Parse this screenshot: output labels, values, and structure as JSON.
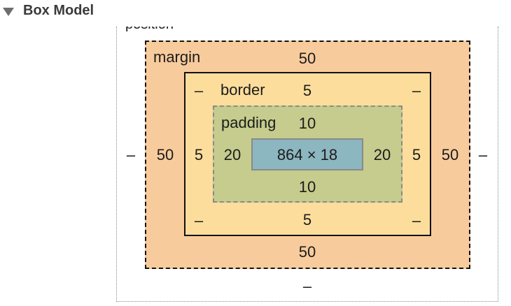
{
  "header": {
    "title": "Box Model",
    "toggle_icon": "disclosure-triangle-down-icon"
  },
  "box_model": {
    "position": {
      "label": "position",
      "left": "–",
      "right": "–",
      "bottom": "–"
    },
    "margin": {
      "label": "margin",
      "top": "50",
      "right": "50",
      "bottom": "50",
      "left": "50"
    },
    "border": {
      "label": "border",
      "top": "5",
      "right": "5",
      "bottom": "5",
      "left": "5",
      "corner_top_left": "–",
      "corner_top_right": "–",
      "corner_bottom_left": "–",
      "corner_bottom_right": "–"
    },
    "padding": {
      "label": "padding",
      "top": "10",
      "right": "20",
      "bottom": "10",
      "left": "20"
    },
    "content": {
      "size": "864 × 18"
    }
  },
  "colors": {
    "margin": "#f8cb9c",
    "border": "#fddd9b",
    "padding": "#c5cc8d",
    "content": "#8cb6c0"
  }
}
